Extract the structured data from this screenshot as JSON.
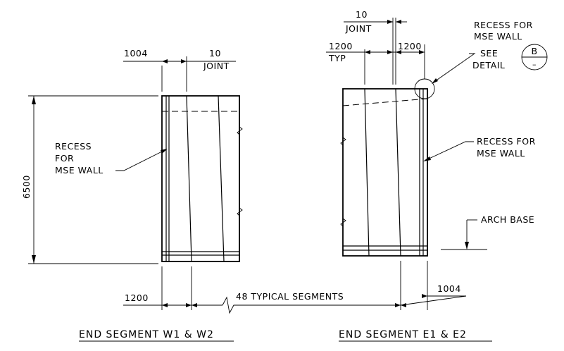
{
  "left_view": {
    "dim_top_left": "1004",
    "dim_top_right": "10",
    "dim_top_right_sub": "JOINT",
    "height_dim": "6500",
    "recess_label": [
      "RECESS",
      "FOR",
      "MSE WALL"
    ],
    "bottom_dim": "1200",
    "title": "END SEGMENT W1 & W2"
  },
  "right_view": {
    "joint_dim": "10",
    "joint_dim_sub": "JOINT",
    "dim_left": "1200",
    "dim_left_sub": "TYP",
    "dim_right": "1200",
    "recess_top": [
      "RECESS FOR",
      "MSE WALL"
    ],
    "see_detail": [
      "SEE",
      "DETAIL"
    ],
    "detail_letter": "B",
    "detail_sheet": "–",
    "recess_side": [
      "RECESS FOR",
      "MSE WALL"
    ],
    "arch_base": "ARCH BASE",
    "bottom_dim": "1004",
    "title": "END SEGMENT E1 & E2"
  },
  "middle_dim": "48 TYPICAL SEGMENTS"
}
